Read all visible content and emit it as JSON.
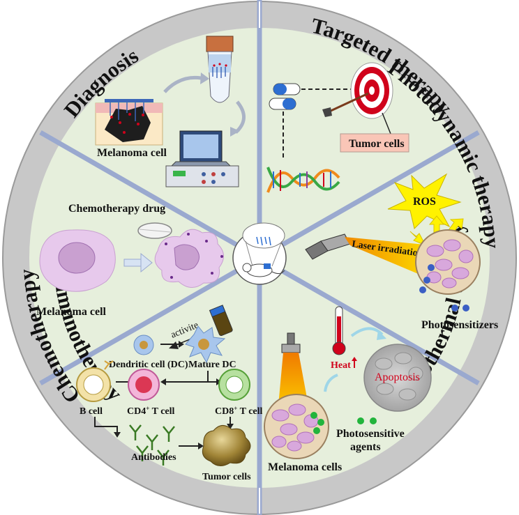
{
  "titles": {
    "diagnosis": "Diagnosis",
    "targeted": "Targeted therapy",
    "photodynamic": "Photodynamic therapy",
    "photothermal": "Photothermal therapy",
    "immuno": "Immunotherapy",
    "chemo": "Chemotherapy"
  },
  "diagnosis": {
    "melanoma_cell": "Melanoma cell"
  },
  "targeted": {
    "tumor_cells": "Tumor cells"
  },
  "photodynamic": {
    "ros": "ROS",
    "laser": "Laser irradiation",
    "photosensitizers": "Photosensitizers"
  },
  "photothermal": {
    "heat": "Heat",
    "apoptosis": "Apoptosis",
    "agents_line1": "Photosensitive",
    "agents_line2": "agents",
    "melanoma_cells": "Melanoma cells"
  },
  "immuno": {
    "activite": "activite",
    "dendritic": "Dendritic cell (DC)",
    "mature_dc": "Mature DC",
    "b_cell": "B cell",
    "cd4": "CD4",
    "cd8": "CD8",
    "t_cell": "T cell",
    "plus": "+",
    "antibodies": "Antibodies",
    "tumor_cells": "Tumor cells"
  },
  "chemo": {
    "drug": "Chemotherapy drug",
    "melanoma_cell": "Melanoma cell"
  },
  "colors": {
    "ring": "#c8c8c8",
    "sector": "#e6efdc",
    "divider": "#9aa9cf",
    "accent_red": "#d0021b",
    "dot_blue": "#3b5fc4",
    "dot_green": "#22b43c",
    "ros_yellow": "#fff200"
  },
  "icons": [
    "mouse-icon",
    "laptop-icon",
    "tube-icon",
    "capsule-icon",
    "target-icon",
    "dna-icon",
    "thermometer-icon",
    "antibody-icon"
  ]
}
